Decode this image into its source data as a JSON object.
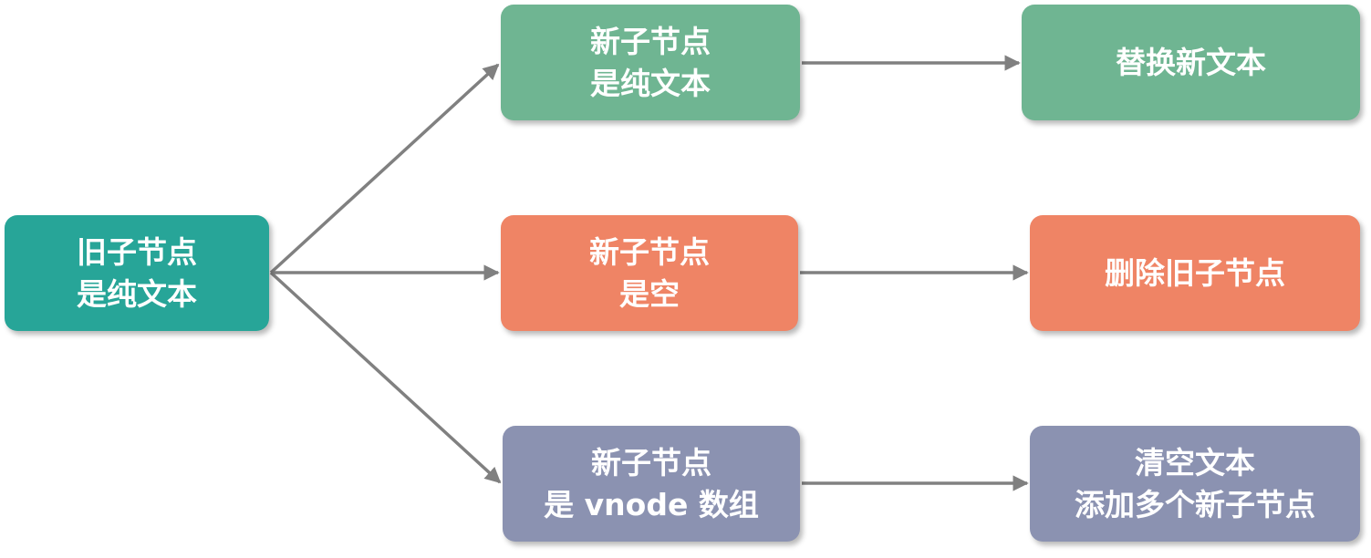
{
  "diagram": {
    "root": {
      "lines": [
        "旧子节点",
        "是纯文本"
      ]
    },
    "branches": [
      {
        "condition": {
          "lines": [
            "新子节点",
            "是纯文本"
          ]
        },
        "action": {
          "lines": [
            "替换新文本"
          ]
        },
        "color": "#6fb592"
      },
      {
        "condition": {
          "lines": [
            "新子节点",
            "是空"
          ]
        },
        "action": {
          "lines": [
            "删除旧子节点"
          ]
        },
        "color": "#ef8465"
      },
      {
        "condition": {
          "lines": [
            "新子节点",
            "是 vnode 数组"
          ]
        },
        "action": {
          "lines": [
            "清空文本",
            "添加多个新子节点"
          ]
        },
        "color": "#8b92b1"
      }
    ],
    "root_color": "#27a598",
    "arrow_color": "#808080"
  }
}
